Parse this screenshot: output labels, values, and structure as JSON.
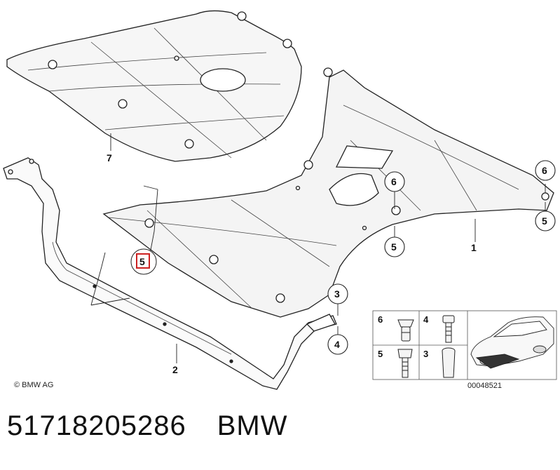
{
  "copyright": "© BMW AG",
  "diagram_code": "00048521",
  "callouts": {
    "part_1": "1",
    "part_2": "2",
    "part_7": "7",
    "highlighted_5": "5",
    "circle_6_center": "6",
    "circle_5_center": "5",
    "circle_6_right": "6",
    "circle_5_right": "5",
    "circle_3": "3",
    "circle_4": "4"
  },
  "legend": {
    "items": [
      {
        "num": "6",
        "part": "nut"
      },
      {
        "num": "4",
        "part": "bolt"
      },
      {
        "num": "5",
        "part": "bolt"
      },
      {
        "num": "3",
        "part": "sleeve"
      }
    ]
  },
  "footer": {
    "part_number": "51718205286",
    "brand": "BMW"
  },
  "colors": {
    "line": "#222222",
    "panel_fill": "#f4f4f4",
    "highlight": "#cc2222"
  }
}
